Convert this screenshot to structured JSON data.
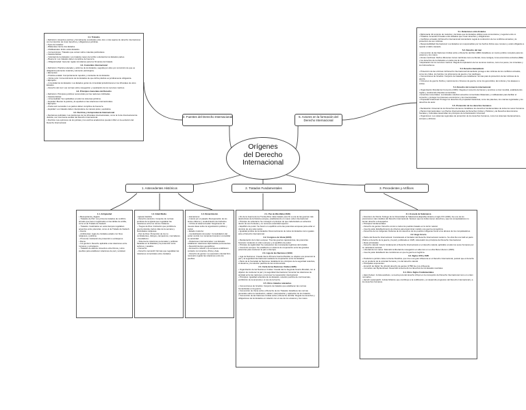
{
  "center_title": [
    "Orígenes",
    "del Derecho",
    "Internacional"
  ],
  "nodes": {
    "n1": "1. Antecedentes Históricos",
    "n2": "2. Tratados Fundamentales",
    "n3": "3. Precedentes y Artífices",
    "n4": "4. Fuentes del Derecho Internacional",
    "n5": "5. Actores en la formación del Derecho Internacional"
  },
  "box_top_left": [
    {
      "t": "4.1. Tratados",
      "p": [
        "• Definición: Acuerdos escritos y formalmente concluidos entre dos o más sujetos de derecho internacional, con la intención de crear derechos y obligaciones jurídicas.",
        "• Tipos de tratados:",
        "  – Bilaterales: Entre dos Estados.",
        "  – Multilaterales: Entre varios Estados.",
        "  – Convenciones: Tratados que versan sobre materias particulares.",
        "• Características:",
        "  – Voluntad de los Estados: Los tratados nacen de la libre voluntad de los Estados partes.",
        "  – Buena fe: Los tratados deben cumplirse de buena fe.",
        "  – Obligatoriedad: Generan reglas vinculantes para los firmantes del tratado."
      ]
    },
    {
      "t": "4.2. Costumbre Internacional",
      "p": [
        "• Definición: Práctica reiterada y uniforme de los Estados, seguida por ellos por convicción de que es obligatoria (elemento material y elemento psicológico).",
        "• Elementos:",
        "  – Práctica estatal: Comportamiento repetido y constante de los Estados.",
        "  – Opinio juris: Convencimiento de los Estados de que dicha práctica es jurídicamente obligatoria.",
        "• Ejemplos:",
        "  – Inmunidad de los Estados: Los Estados gozan de inmunidad jurisdiccional en los tribunales de otros Estados.",
        "  – Derecho del mar: Las normas sobre navegación y explotación de los recursos marinos."
      ]
    },
    {
      "t": "4.3. Principios Generales del Derecho",
      "p": [
        "• Definición: Principios jurídicos reconocidos por las naciones civilizadas.",
        "• Características:",
        "  – Universalidad: Son aplicables a todos los sistemas jurídicos.",
        "  – Equidad: Buscan la justicia y la equidad en las relaciones internacionales.",
        "• Ejemplos:",
        "  – Pacta sunt servanda: Los pactos deben cumplirse de buena fe.",
        "  – Equidad: Los tratados deben interpretarse de manera justa y equitativa."
      ]
    },
    {
      "t": "4.4. Doctrina y Jurisprudencia Internacional",
      "p": [
        "• Decisiones judiciales: Las decisiones de los tribunales internacionales, como la Corte Internacional de Justicia, son una fuente auxiliar del Derecho Internacional.",
        "• Doctrina: Las opiniones de los juristas y los escritos académicos pueden influir en la evolución del Derecho Internacional."
      ]
    }
  ],
  "box_top_right": [
    {
      "t": "5.1. Relaciones entre Estados",
      "p": [
        "• Diplomacia: El conjunto de métodos y técnicas que los Estados utilizan para comunicarse y negociar entre sí.",
        "• Tratados: Acuerdos firmados entre Estados que crean derechos y obligaciones.",
        "• Conflictos armados: El Derecho Internacional Humanitario regula la conducción de los conflictos armados y la protección de sus víctimas.",
        "• Responsabilidad Internacional: Los Estados son responsables por los hechos ilícitos que cometen y están obligados a reparar el daño causado."
      ]
    },
    {
      "t": "5.2. Derecho del mar",
      "p": [
        "• Convención de las Naciones Unidas sobre el Derecho del Mar (1982): Establece un marco jurídico completo para los océanos y los mares.",
        "• Zonas marítimas: Define diferentes zonas marítimas como territorial, zona contigua, zona económica exclusiva (ZEE) y los derechos de los Estados en cada una de ellas.",
        "• Explotación de los recursos marinos: Regula la explotación de los recursos marinos, como los peces, los minerales y los hidrocarburos."
      ]
    },
    {
      "t": "5.3. Derecho Humanitario",
      "p": [
        "• Protección de las víctimas: El Derecho Internacional Humanitario protege a las víctimas de los conflictos armados, como los civiles, los heridos, los prisioneros de guerra y los náufragos.",
        "• Convenciones de Ginebra: Conjunto de tratados que establecen normas para la protección de las víctimas de la guerra.",
        "• Crímenes de guerra: Define y sanciona los crímenes de guerra, como los genocidios, las torturas y los ataques a civiles."
      ]
    },
    {
      "t": "5.4. Derecho del comercio internacional",
      "p": [
        "• Organización Mundial del Comercio (OMC): Regula el comercio de bienes y servicios a nivel mundial, estableciendo reglas y resolviendo disputas comerciales.",
        "• Acuerdos comerciales: Los Estados celebran acuerdos comerciales bilaterales y multilaterales para facilitar el comercio y proteger los intereses económicos y los inversionistas.",
        "• Propiedad intelectual: Protege los derechos de propiedad intelectual, como las patentes, los marcas registradas y los derechos de autor."
      ]
    },
    {
      "t": "5.5. Protección de los derechos humanos",
      "p": [
        "• Declaración Universal de los Derechos Humanos: Establece los derechos fundamentales de todos los seres humanos.",
        "• Pactos Internacionales: Los Pactos Internacionales de Derechos Civiles y Políticos y de Derechos Económicos Sociales y Culturales desarrollan los principios de la Declaración Universal.",
        "• Organismos: Los sistemas regionales de protección de los derechos humanos, como los sistemas interamericano, europeo y africano."
      ]
    }
  ],
  "box_b1": [
    {
      "t": "1.1. Antigüedad",
      "p": [
        "• Mesopotamia y Egipto:",
        "  – Tratados de Paz: Los primeros tratados de conflicto armado que fueron registrados en las tablas de arcilla, como el de Tratado de Kadesh.",
        "  – Tratados: Celebrados en estos tiempos regulaban acuerdos entre potencias, como el de Tratado de Kadesh.",
        "• Grecia:",
        "  – Anfictionías: Ligas de ciudades-estado con fines religiosos y políticos.",
        "  – Proxenía: Institución de protección a extranjeros.",
        "• Roma:",
        "  – Ius gentium: Derecho aplicable a las relaciones entre romanos y extranjeros.",
        "  – Tratados de alianza: Acuerdos entre Roma y otros pueblos para establecer relaciones de paz y amistad."
      ]
    }
  ],
  "box_b2": [
    {
      "t": "1.2. Edad Media",
      "p": [
        "• Iglesia Católica:",
        "  – Derecho canónico: Conjunto de normas jurídicas de la Iglesia que regulaban las relaciones entre los reinos cristianos.",
        "  – Tregua de Dios: Institución que prohibía la guerra durante ciertos días de la semana y festividades religiosas.",
        "  – Paz de Dios: Protección de los no combatientes, clérigos, campesinos, mercaderes.",
        "• Feudalismo:",
        "  – Sistema de relaciones personales y políticas basadas en la fidelidad y la protección entre señores y vasallos.",
        "• Comercio:",
        "  – Derecho mercantil: Normas que regulaban las relaciones comerciales entre ciudades."
      ]
    }
  ],
  "box_b3": [
    {
      "t": "1.3. Renacimiento",
      "p": [
        "• Humanismo:",
        "  – Interés por el pasado: Recuperación de los textos clásicos y revalorización del individuo.",
        "  – Crítica al sistema feudal: Surgimiento de nuevas ideas sobre la organización política y social.",
        "• Estado moderno:",
        "  – Centralización del poder: Consolidación del poder central, los monarcas buscaron consolidar su autoridad.",
        "  – Relaciones internacionales: Los Estados establecen relaciones diplomáticas permanentes.",
        "• Descubrimientos geográficos:",
        "  – Encuentro cultural: Los europeos establecen contacto con América, África y Asia.",
        "  – Derecho de gentes: La expansión colonial hizo necesario regular las relaciones entre los pueblos."
      ]
    }
  ],
  "box_b4": [
    {
      "t": "2.1. Paz de Westfalia (1648)",
      "p": [
        "• Fin de la Guerra de los Treinta Años: Este tratado puso fin a una de las guerras más destructivas de la historia europea, estableciendo un nuevo orden internacional.",
        "• Principio de soberanía: Se consagró el principio de que cada Estado es soberano dentro de sus fronteras y no reconoce autoridad superior.",
        "• Equilibrio de poder: Se buscó un equilibrio entre las potencias europeas para evitar el dominio de una sola nación.",
        "• Igualdad jurídica de los Estados: Reconocimiento de todos los Estados como iguales ante el Derecho Internacional."
      ]
    },
    {
      "t": "2.2. Congreso de Viena (1815)",
      "p": [
        "• Restauración del orden europeo: Tras las guerras napoleónicas, las potencias buscaron restaurar el orden europeo y el equilibrio de poder.",
        "• Principio de legitimidad: Se restauraron las monarquías legítimas derrocadas.",
        "• Concierto europeo: Se estableció un sistema de cooperación entre las grandes potencias para mantener la paz en Europa."
      ]
    },
    {
      "t": "2.3. Liga de las Naciones (1919)",
      "p": [
        "• Liga de Naciones: Creada tras la Primera Guerra Mundial, su objetivo era preservar la paz y la seguridad internacional mediante la cooperación entre los Estados.",
        "• Pacto de la Sociedad de Naciones: Estableció los principios de la seguridad colectiva, el desarme y la solución pacífica de las controversias."
      ]
    },
    {
      "t": "2.4. Carta de las Naciones Unidas (1945)",
      "p": [
        "• Organización de las Naciones Unidas: Creada tras la Segunda Guerra Mundial, con el objetivo de mantener la paz y la seguridad internacional, fomentar las relaciones de amistad entre las naciones y promover la cooperación internacional.",
        "• Principios: Igualdad soberana de los Estados, solución pacífica de controversias, prohibición de la amenaza o el uso de la fuerza."
      ]
    },
    {
      "t": "2.5. Otros tratados relevantes",
      "p": [
        "• Convenciones de Ginebra: Conjunto de tratados que establecen las normas humanitarias en la guerra.",
        "• Convención de Viena sobre el Derecho de los Tratados: Establece las normas generales sobre la celebración, validez, interpretación y aplicación de los tratados.",
        "• Convención de las Naciones Unidas sobre el Derecho del Mar: Regula los derechos y obligaciones de los Estados en relación con el uso de los océanos y los mares."
      ]
    }
  ],
  "box_b5": [
    {
      "t": "3.1. Escuela de Salamanca",
      "p": [
        "• Francisco de Vitoria: Teólogo de la Universidad de Salamanca (España) durante el siglo XVI (1492), fue uno de los precursores más notables del Derecho Internacional. Sostuvo que los indios tienen derechos y que los conquistadores no tenían derecho a despojarlos.",
        "• Principios fundamentales:",
        "  – Derecho de gentes: Derecho común a todos los pueblos basado en la razón natural.",
        "  – Guerra justa: Establecimiento de criterios para determinar cuándo una guerra era legítima.",
        "  – Derechos de los indígenas: Defensa de los derechos de los pueblos indígenas frente a los abusos de los conquistadores."
      ]
    },
    {
      "t": "3.2. Hugo Grocio",
      "p": [
        "• Padre del Derecho Internacional: Considerado el fundador del Derecho Internacional moderno. Su obra De iure belli ac pacis (Sobre el derecho de la guerra y la paz), publicada en 1625, sistematizó los principios del Derecho Internacional.",
        "• Ideas principales:",
        "  – Derecho natural: Grocio fundamentó el Derecho Internacional en el derecho natural, aplicable a todos los seres humanos por su naturaleza racional.",
        "  – Libertad de los mares: Defendió la libertad de navegación en alta mar en su obra Mare Liberum (1609).",
        "  – Guerra justa: Estableció las condiciones en que la guerra es legítima."
      ]
    },
    {
      "t": "3.3. Siglos XVII y XVIII",
      "p": [
        "• Positivismo jurídico: Esta corriente filosófica, que tuvo una gran influencia en el Derecho Internacional, postuló que el derecho es un producto de la voluntad humana y no del derecho natural.",
        "• Principales exponentes:",
        "  – Emerich de Vattel: Su obra El derecho de gentes (1758) fue muy influyente.",
        "  – Cornelius van Bynkershoek: Desarrolló la teoría de los derechos de los Estados neutrales."
      ]
    },
    {
      "t": "3.4. Otros Siglos Fundamentales",
      "p": [
        "• Hans Kelsen: Jurista austriaco, su teoría pura del derecho influyó en la concepción del Derecho Internacional como un orden normativo.",
        "• Hersch Lauterpacht: Jurista británico que contribuyó a la codificación y el desarrollo progresivo del Derecho Internacional y a los derechos humanos."
      ]
    }
  ]
}
